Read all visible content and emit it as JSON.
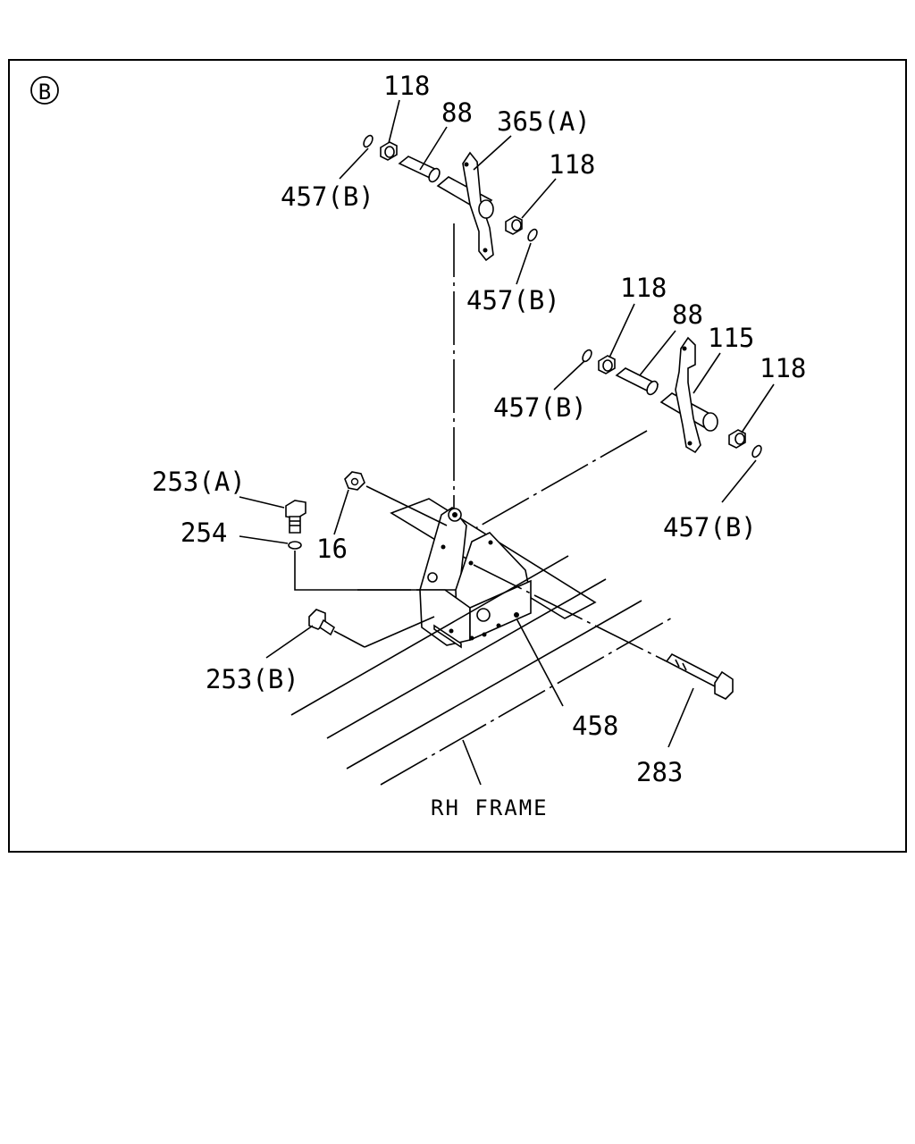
{
  "view_marker": "B",
  "callouts": {
    "c118_a": "118",
    "c88_a": "88",
    "c365a": "365(A)",
    "c118_b": "118",
    "c457b_a": "457(B)",
    "c457b_b": "457(B)",
    "c118_c": "118",
    "c88_b": "88",
    "c115": "115",
    "c118_d": "118",
    "c457b_c": "457(B)",
    "c457b_d": "457(B)",
    "c253a": "253(A)",
    "c254": "254",
    "c16": "16",
    "c253b": "253(B)",
    "c458": "458",
    "c283": "283"
  },
  "frame_label": "RH FRAME"
}
